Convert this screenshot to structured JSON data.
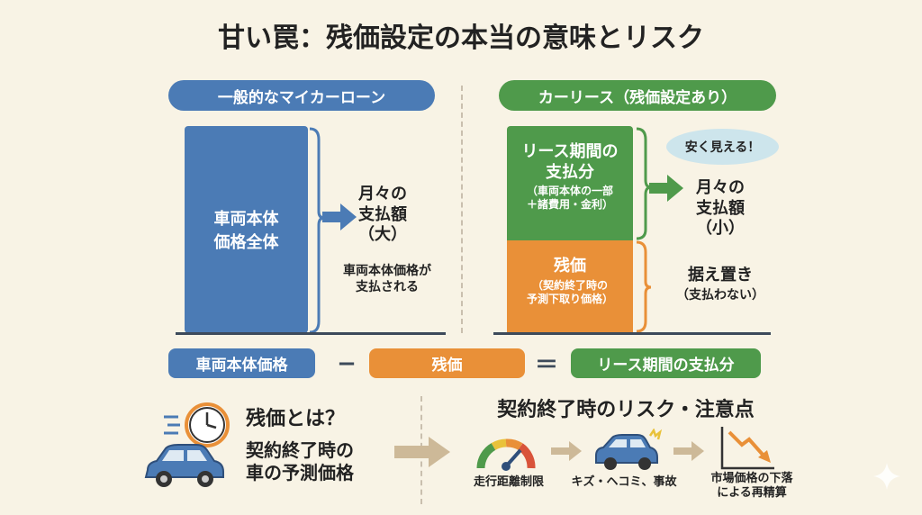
{
  "title": "甘い罠：残価設定の本当の意味とリスク",
  "left": {
    "header": "一般的なマイカーローン",
    "box": "車両本体\n価格全体",
    "result": "月々の\n支払額\n（大）",
    "note": "車両本体価格が\n支払される"
  },
  "right": {
    "header": "カーリース（残価設定あり）",
    "lease_title": "リース期間の\n支払分",
    "lease_sub": "（車両本体の一部\n＋諸費用・金利）",
    "residual_title": "残価",
    "residual_sub": "（契約終了時の\n予測下取り価格）",
    "bubble": "安く見える！",
    "result": "月々の\n支払額\n（小）",
    "deferred": "据え置き",
    "deferred_sub": "（支払わない）"
  },
  "equation": {
    "a": "車両本体価格",
    "minus": "−",
    "b": "残価",
    "equals": "＝",
    "c": "リース期間の支払分"
  },
  "definition": {
    "question": "残価とは？",
    "answer": "契約終了時の\n車の予測価格"
  },
  "risks": {
    "title": "契約終了時のリスク・注意点",
    "items": [
      "走行距離制限",
      "キズ・ヘコミ、事故",
      "市場価格の下落\nによる再精算"
    ]
  },
  "colors": {
    "blue": "#4b7bb5",
    "green": "#4f9a4b",
    "orange": "#e99038",
    "background": "#f8f3e5"
  }
}
